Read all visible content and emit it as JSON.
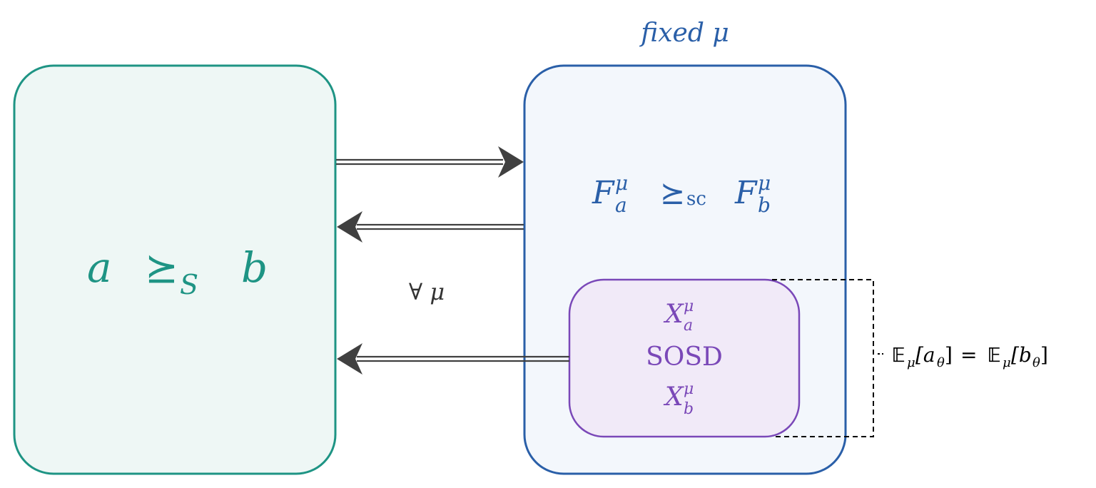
{
  "colors": {
    "teal": "#1e9484",
    "teal_fill": "#eef7f5",
    "blue": "#2a5fa8",
    "blue_fill": "#f3f7fc",
    "purple": "#7a48b8",
    "purple_fill": "#f1eaf8",
    "arrow": "#404040"
  },
  "left_box": {
    "lhs": "a",
    "relation": "⪰",
    "subscript": "S",
    "rhs": "b"
  },
  "right_box": {
    "label": "fixed μ",
    "lhs": "F",
    "lhs_sub": "a",
    "lhs_sup": "μ",
    "relation": "⪰",
    "relation_sub": "sc",
    "rhs": "F",
    "rhs_sub": "b",
    "rhs_sup": "μ"
  },
  "inner_box": {
    "top": "X",
    "top_sub": "a",
    "top_sup": "μ",
    "middle": "SOSD",
    "bottom": "X",
    "bottom_sub": "b",
    "bottom_sup": "μ"
  },
  "forall_label": "∀ μ",
  "condition": {
    "lhs_E": "𝔼",
    "lhs_sub": "μ",
    "lhs_arg": "[a",
    "lhs_arg_sub": "θ",
    "lhs_close": "]",
    "equals": "=",
    "rhs_E": "𝔼",
    "rhs_sub": "μ",
    "rhs_arg": "[b",
    "rhs_arg_sub": "θ",
    "rhs_close": "]"
  }
}
